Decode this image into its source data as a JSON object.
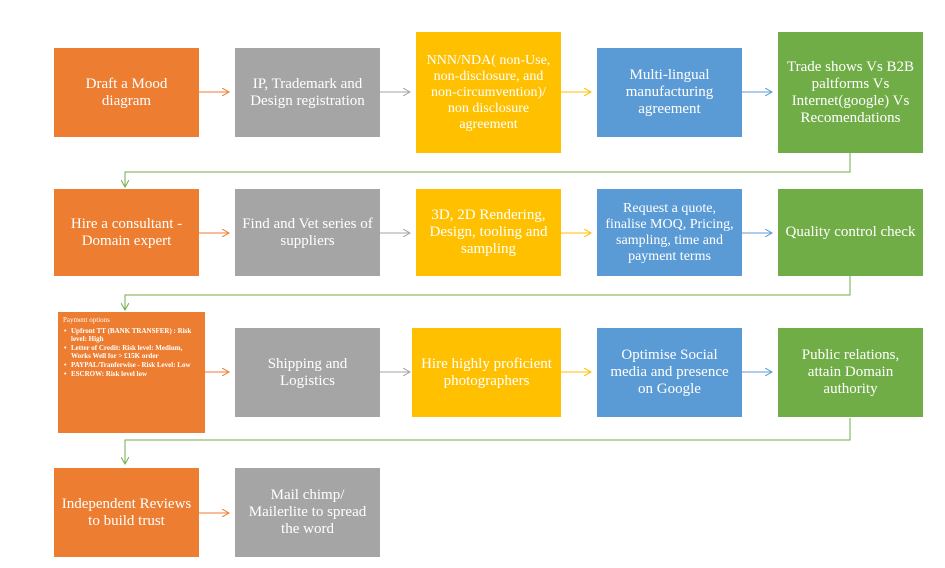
{
  "colors": {
    "orange": "#ED7D31",
    "gray": "#A5A5A5",
    "yellow": "#FFC000",
    "blue": "#5B9BD5",
    "green": "#70AD47"
  },
  "rows": [
    [
      "Draft a Mood diagram",
      "IP, Trademark and Design registration",
      "NNN/NDA( non-Use, non-disclosure, and non-circumvention)/ non disclosure agreement",
      "Multi-lingual manufacturing agreement",
      "Trade shows Vs B2B paltforms Vs Internet(google) Vs Recomendations"
    ],
    [
      "Hire a consultant - Domain expert",
      "Find and Vet series of suppliers",
      "3D, 2D Rendering, Design, tooling and sampling",
      "Request a quote, finalise MOQ, Pricing, sampling, time and payment terms",
      "Quality control check"
    ],
    [
      "",
      "Shipping and Logistics",
      "Hire highly proficient photographers",
      "Optimise Social media and presence on Google",
      "Public relations, attain Domain authority"
    ],
    [
      "Independent Reviews to build trust",
      "Mail chimp/ Mailerlite to spread the word"
    ]
  ],
  "payment": {
    "title": "Payment options",
    "items": [
      "Upfront TT (BANK TRANSFER) : Risk level: High",
      "Letter of Credit: Risk level: Medium, Works Well for > £15K order",
      "PAYPAL/Tranferwise - Risk Level: Low",
      "ESCROW: Risk level low"
    ]
  }
}
